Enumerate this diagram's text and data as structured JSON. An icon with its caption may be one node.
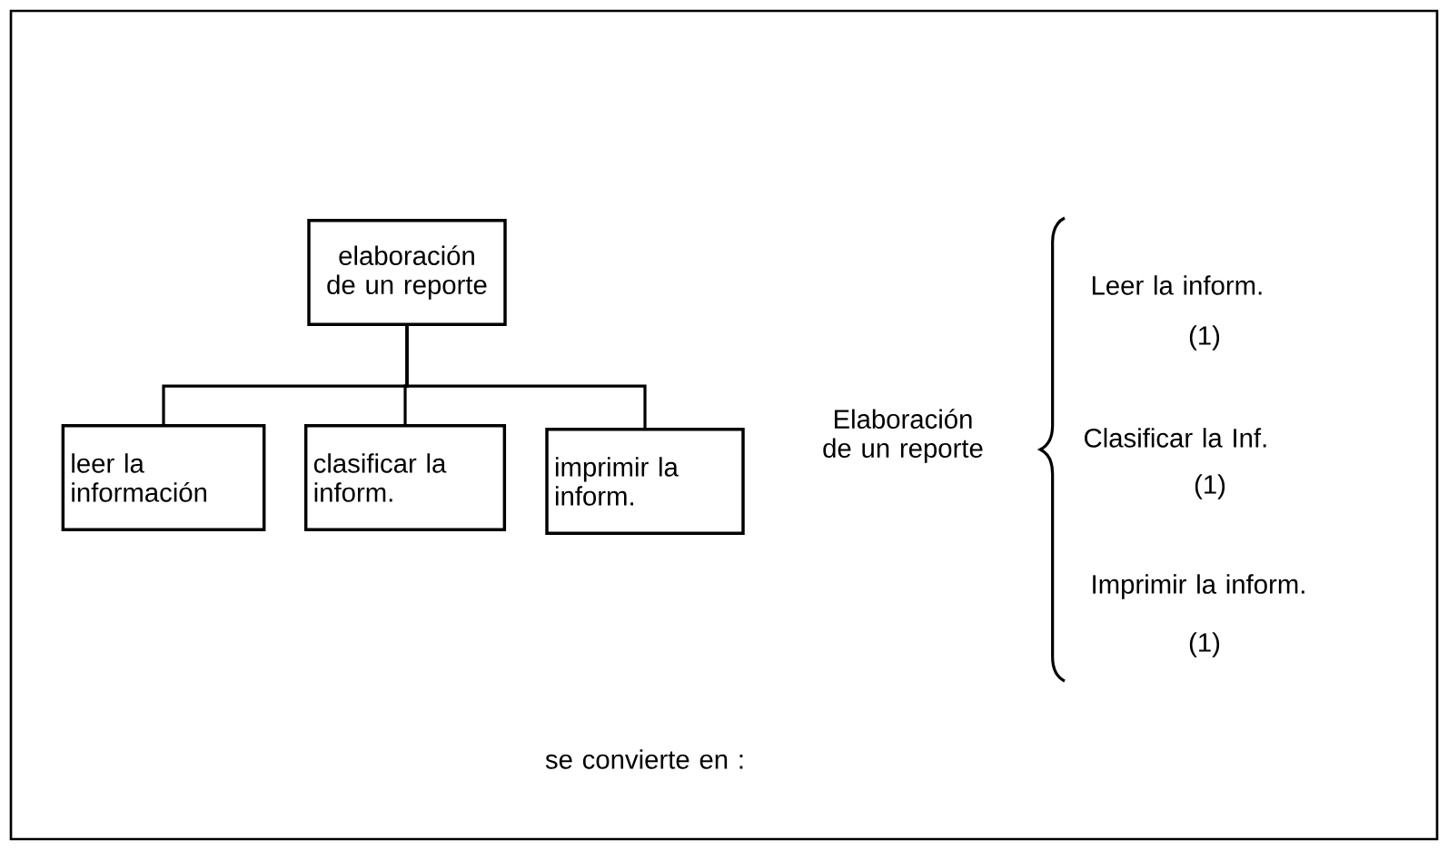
{
  "diagram": {
    "nodes": [
      {
        "text": [
          "elaboración de un reporte"
        ]
      },
      {
        "text": [
          "leer la información"
        ]
      },
      {
        "text": [
          "clasificar la inform."
        ]
      },
      {
        "text": [
          "imprimir la inform."
        ]
      }
    ],
    "edges": [
      {
        "from": 0,
        "to": 1,
        "arrow": "none"
      },
      {
        "from": 0,
        "to": 2,
        "arrow": "none"
      },
      {
        "from": 0,
        "to": 3,
        "arrow": "none"
      }
    ],
    "labels": [
      "Elaboración de un reporte",
      "Leer la inform.",
      "(1)",
      "Clasificar la Inf.",
      "(1)",
      "Imprimir la inform.",
      "(1)",
      "se convierte en :"
    ]
  }
}
